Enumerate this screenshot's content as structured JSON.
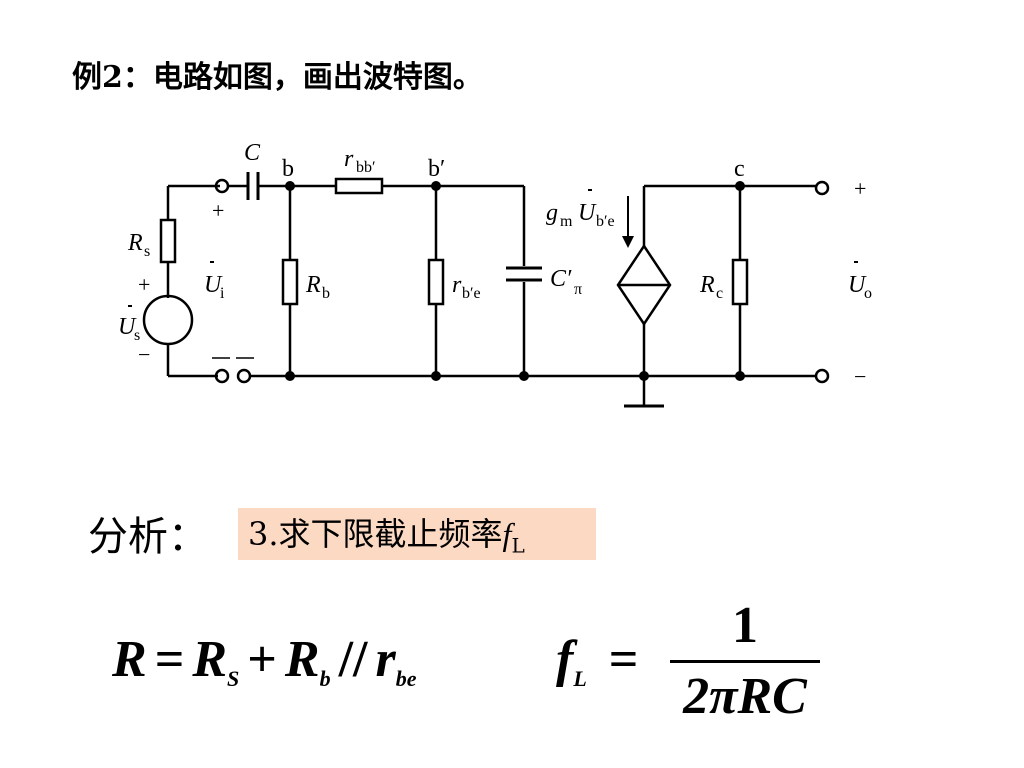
{
  "title": "例2：电路如图，画出波特图。",
  "analysis_label": "分析：",
  "step": {
    "text": "3.求下限截止频率",
    "symbol": "f",
    "subscript": "L"
  },
  "circuit": {
    "C": "C",
    "node_b": "b",
    "r_bb_main": "r",
    "r_bb_sub": "bb′",
    "node_b_prime": "b′",
    "node_c": "c",
    "gm_main": "g",
    "gm_sub": "m",
    "gm_u": "U",
    "gm_u_sub": "b′e",
    "Rs_main": "R",
    "Rs_sub": "s",
    "Ui_main": "U",
    "Ui_sub": "i",
    "Us_main": "U",
    "Us_sub": "s",
    "Rb_main": "R",
    "Rb_sub": "b",
    "rbe_main": "r",
    "rbe_sub": "b′e",
    "Cpi_main": "C′",
    "Cpi_sub": "π",
    "Rc_main": "R",
    "Rc_sub": "c",
    "Uo_main": "U",
    "Uo_sub": "o",
    "plus": "+",
    "minus": "−"
  },
  "formula_R": {
    "lhs": "R",
    "eq": "=",
    "t1": "R",
    "t1_sub": "S",
    "plus": "+",
    "t2": "R",
    "t2_sub": "b",
    "par": "//",
    "t3": "r",
    "t3_sub": "be"
  },
  "formula_f": {
    "lhs": "f",
    "lhs_sub": "L",
    "eq": "=",
    "num": "1",
    "den": "2πRC"
  }
}
